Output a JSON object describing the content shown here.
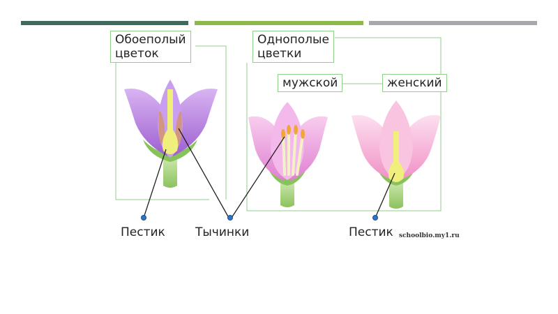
{
  "colors": {
    "bar_dark": "#3f6b5c",
    "bar_green": "#8db94a",
    "bar_grey": "#a6a8ab",
    "frame_green": "#8fcf8a",
    "petal_violet": "#b57fe0",
    "petal_pink": "#ef9adf",
    "petal_light_pink": "#f6a8d8",
    "stem_green": "#9fcf72",
    "pistil_yellow": "#f1ef7c",
    "anther_orange": "#f0a73a",
    "pointer_blue": "#2f74c4"
  },
  "labels": {
    "bisexual_flower": "Обоеполый\nцветок",
    "unisexual_flowers": "Однополые\nцветки",
    "male": "мужской",
    "female": "женский",
    "pistil_left": "Пестик",
    "stamens": "Тычинки",
    "pistil_right": "Пестик",
    "watermark": "schoolbio.my1.ru"
  }
}
